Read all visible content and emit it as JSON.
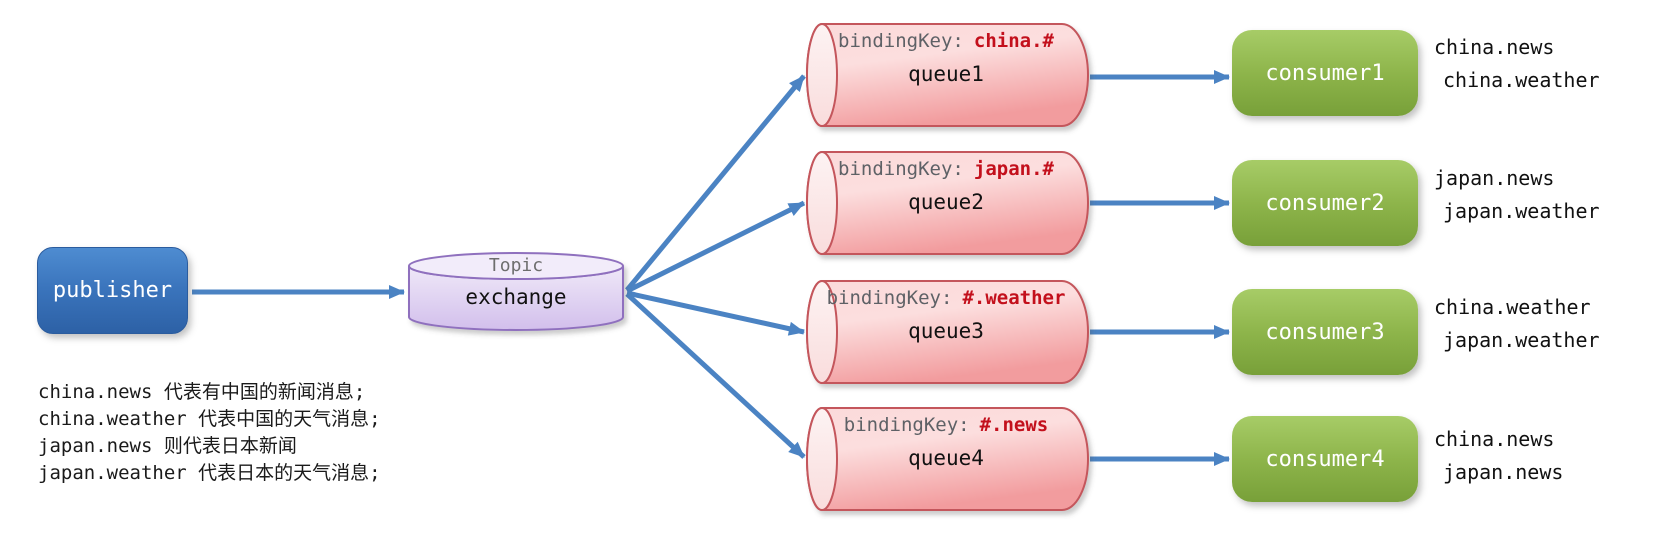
{
  "publisher": {
    "label": "publisher"
  },
  "exchange": {
    "type": "Topic",
    "label": "exchange"
  },
  "queues": [
    {
      "binding_label": "bindingKey:",
      "binding_key": "china.#",
      "name": "queue1"
    },
    {
      "binding_label": "bindingKey:",
      "binding_key": "japan.#",
      "name": "queue2"
    },
    {
      "binding_label": "bindingKey:",
      "binding_key": "#.weather",
      "name": "queue3"
    },
    {
      "binding_label": "bindingKey:",
      "binding_key": "#.news",
      "name": "queue4"
    }
  ],
  "consumers": [
    {
      "name": "consumer1",
      "received": [
        "china.news",
        "china.weather"
      ]
    },
    {
      "name": "consumer2",
      "received": [
        "japan.news",
        "japan.weather"
      ]
    },
    {
      "name": "consumer3",
      "received": [
        "china.weather",
        "japan.weather"
      ]
    },
    {
      "name": "consumer4",
      "received": [
        "china.news",
        "japan.news"
      ]
    }
  ],
  "notes": [
    "china.news 代表有中国的新闻消息;",
    "china.weather 代表中国的天气消息;",
    "japan.news 则代表日本新闻",
    "japan.weather 代表日本的天气消息;"
  ],
  "colors": {
    "arrow-blue": "#4b83c3",
    "publisher-blue": "#3a74bc",
    "exchange-purple-border": "#8f70be",
    "queue-pink-border": "#c4565c",
    "binding-key-red": "#c3101c",
    "binding-label-gray": "#5e6166",
    "consumer-green": "#8db44a"
  }
}
